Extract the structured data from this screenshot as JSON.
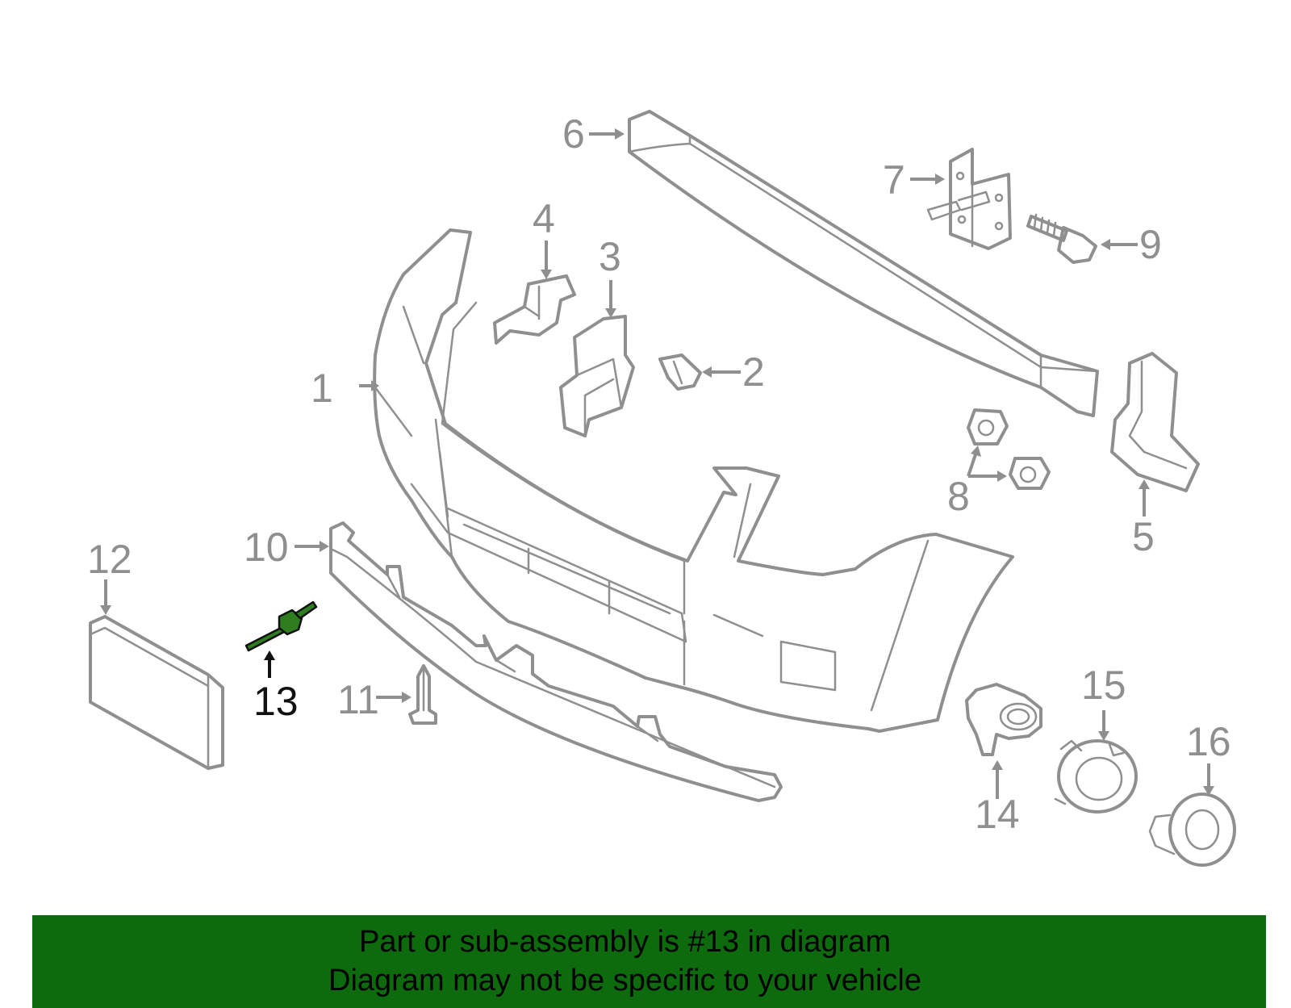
{
  "banner": {
    "background": "#0d6b0d",
    "line1": "Part or sub-assembly is #13 in diagram",
    "line2": "Diagram may not be specific to your vehicle"
  },
  "diagram": {
    "highlighted_part": "13",
    "highlight_color": "#2e7d1f",
    "line_color": "#8f8f8f",
    "callouts": [
      "1",
      "2",
      "3",
      "4",
      "5",
      "6",
      "7",
      "8",
      "9",
      "10",
      "11",
      "12",
      "13",
      "14",
      "15",
      "16"
    ]
  }
}
